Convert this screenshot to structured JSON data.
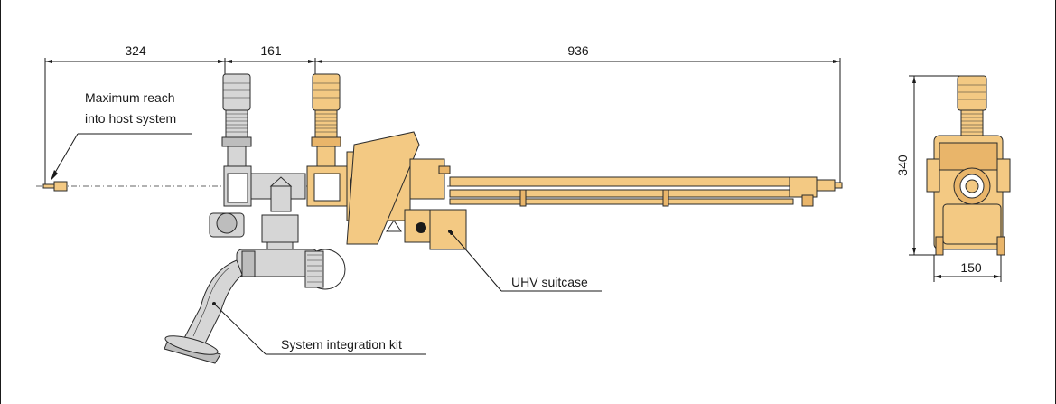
{
  "dimensions": {
    "reach": "324",
    "mid": "161",
    "length": "936",
    "height": "340",
    "width": "150"
  },
  "labels": {
    "max_reach_line1": "Maximum reach",
    "max_reach_line2": "into host system",
    "suitcase": "UHV suitcase",
    "integration_kit": "System integration kit"
  },
  "colors": {
    "suitcase": "#f3c983",
    "integration_kit": "#d6d6d6"
  }
}
